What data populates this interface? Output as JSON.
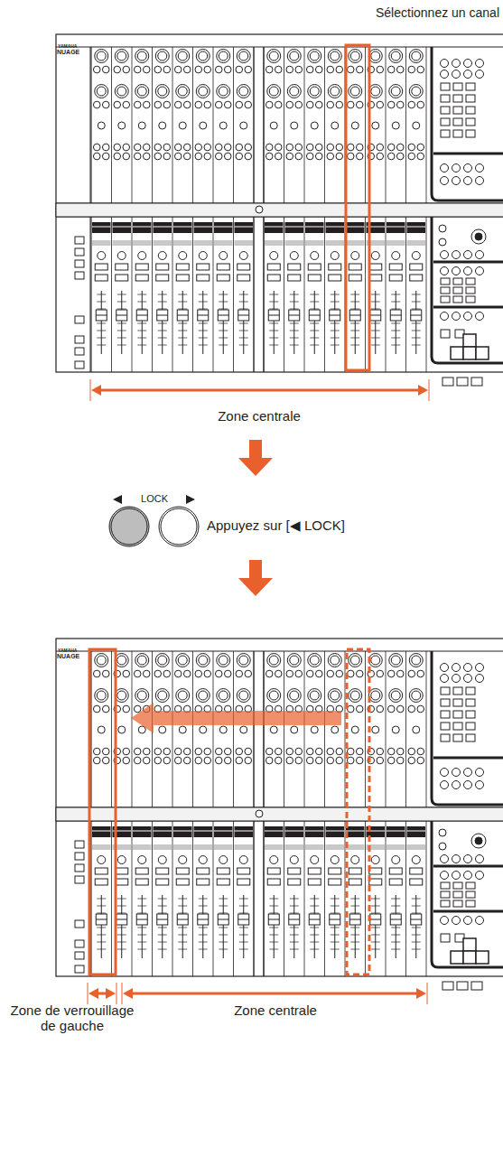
{
  "diagram": {
    "labels": [
      "Sélectionnez un canal",
      "YAMAHA",
      "NUAGE",
      "Zone centrale",
      "LOCK",
      "Appuyez sur [◀ LOCK]",
      "YAMAHA",
      "NUAGE",
      "Zone de verrouillage de gauche",
      "Zone centrale"
    ]
  }
}
